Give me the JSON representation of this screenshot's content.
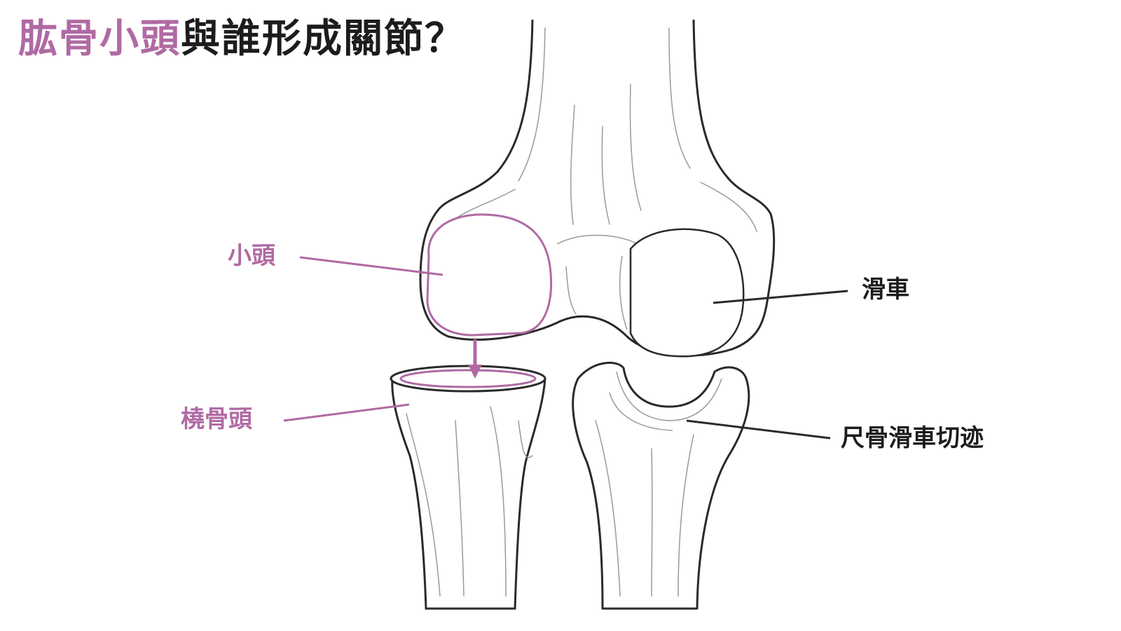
{
  "title": {
    "highlight": "肱骨小頭",
    "rest": "與誰形成關節？"
  },
  "labels": {
    "capitulum": "小頭",
    "radial_head": "橈骨頭",
    "trochlea": "滑車",
    "trochlear_notch": "尺骨滑車切迹"
  },
  "colors": {
    "accent": "#b06aa3",
    "text": "#1c1c1c",
    "line": "#2a2a2a",
    "sketch": "#9a9a9a"
  }
}
